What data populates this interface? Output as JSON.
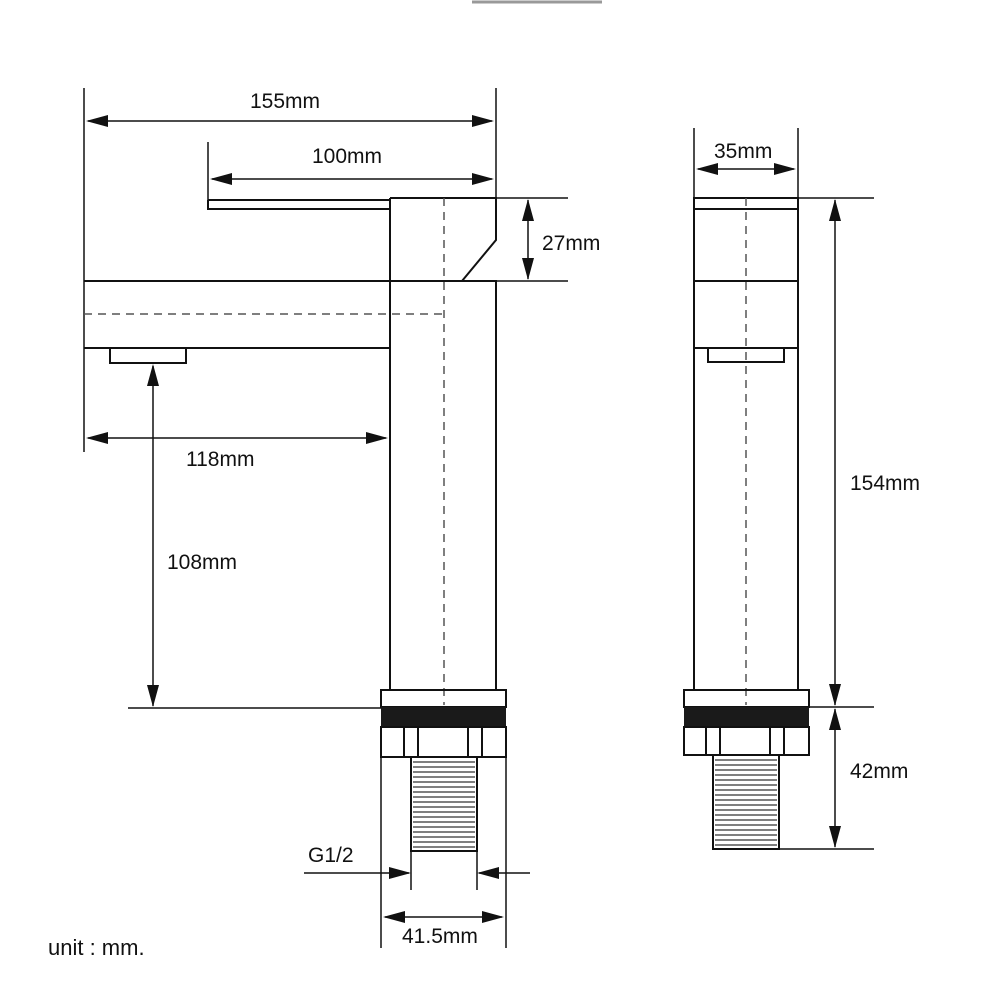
{
  "front_view": {
    "dim_total_length": "155mm",
    "dim_handle_length": "100mm",
    "dim_handle_height": "27mm",
    "dim_spout_reach": "118mm",
    "dim_spout_height": "108mm",
    "dim_thread": "G1/2",
    "dim_base_width": "41.5mm"
  },
  "side_view": {
    "dim_body_width": "35mm",
    "dim_body_height": "154mm",
    "dim_base_height": "42mm"
  },
  "footer": {
    "unit_note": "unit : mm."
  },
  "colors": {
    "line": "#111111",
    "fill_band": "#1a1a1a",
    "background": "#ffffff"
  }
}
